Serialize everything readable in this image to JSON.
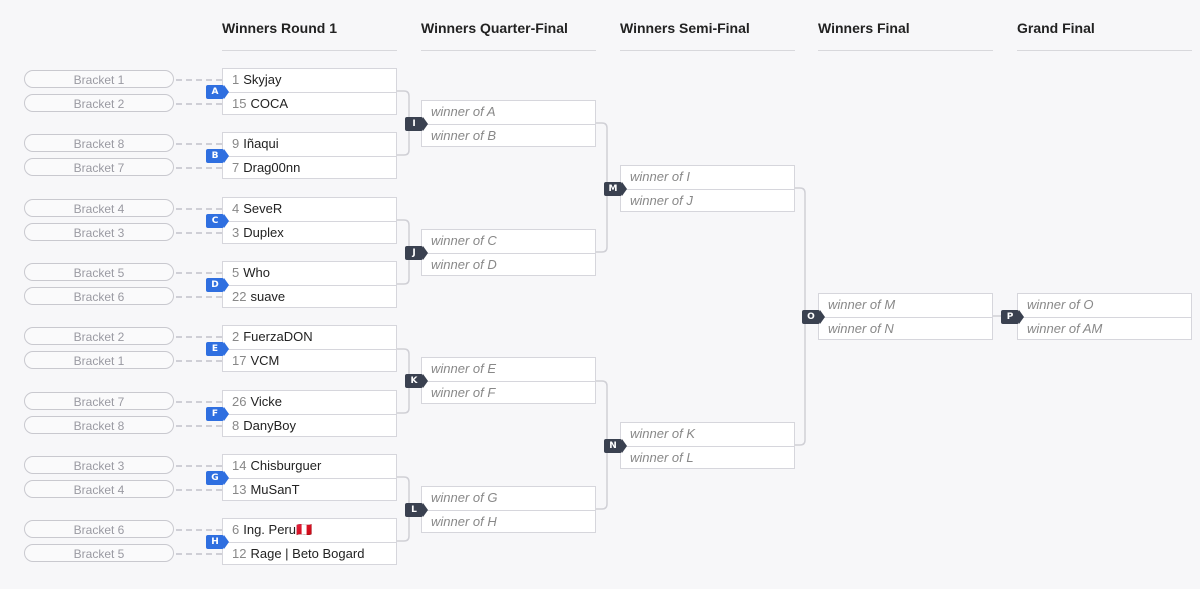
{
  "rounds": [
    {
      "title": "Winners Round 1"
    },
    {
      "title": "Winners Quarter-Final"
    },
    {
      "title": "Winners Semi-Final"
    },
    {
      "title": "Winners Final"
    },
    {
      "title": "Grand Final"
    }
  ],
  "bracket_slots": [
    "Bracket 1",
    "Bracket 2",
    "Bracket 8",
    "Bracket 7",
    "Bracket 4",
    "Bracket 3",
    "Bracket 5",
    "Bracket 6",
    "Bracket 2",
    "Bracket 1",
    "Bracket 7",
    "Bracket 8",
    "Bracket 3",
    "Bracket 4",
    "Bracket 6",
    "Bracket 5"
  ],
  "round1": [
    {
      "id": "A",
      "p1": {
        "seed": "1",
        "name": "Skyjay"
      },
      "p2": {
        "seed": "15",
        "name": "COCA"
      }
    },
    {
      "id": "B",
      "p1": {
        "seed": "9",
        "name": "Iñaqui"
      },
      "p2": {
        "seed": "7",
        "name": "Drag00nn"
      }
    },
    {
      "id": "C",
      "p1": {
        "seed": "4",
        "name": "SeveR"
      },
      "p2": {
        "seed": "3",
        "name": "Duplex"
      }
    },
    {
      "id": "D",
      "p1": {
        "seed": "5",
        "name": "Who"
      },
      "p2": {
        "seed": "22",
        "name": "suave"
      }
    },
    {
      "id": "E",
      "p1": {
        "seed": "2",
        "name": "FuerzaDON"
      },
      "p2": {
        "seed": "17",
        "name": "VCM"
      }
    },
    {
      "id": "F",
      "p1": {
        "seed": "26",
        "name": "Vicke"
      },
      "p2": {
        "seed": "8",
        "name": "DanyBoy"
      }
    },
    {
      "id": "G",
      "p1": {
        "seed": "14",
        "name": "Chisburguer"
      },
      "p2": {
        "seed": "13",
        "name": "MuSanT"
      }
    },
    {
      "id": "H",
      "p1": {
        "seed": "6",
        "name": "Ing. Peru🇵🇪"
      },
      "p2": {
        "seed": "12",
        "name": "Rage | Beto Bogard"
      }
    }
  ],
  "quarter": [
    {
      "id": "I",
      "p1": "winner of A",
      "p2": "winner of B"
    },
    {
      "id": "J",
      "p1": "winner of C",
      "p2": "winner of D"
    },
    {
      "id": "K",
      "p1": "winner of E",
      "p2": "winner of F"
    },
    {
      "id": "L",
      "p1": "winner of G",
      "p2": "winner of H"
    }
  ],
  "semi": [
    {
      "id": "M",
      "p1": "winner of I",
      "p2": "winner of J"
    },
    {
      "id": "N",
      "p1": "winner of K",
      "p2": "winner of L"
    }
  ],
  "final": [
    {
      "id": "O",
      "p1": "winner of M",
      "p2": "winner of N"
    }
  ],
  "grand_final": [
    {
      "id": "P",
      "p1": "winner of O",
      "p2": "winner of AM"
    }
  ],
  "colors": {
    "round1_tag": "#2f6fe0",
    "later_tag": "#3a4150",
    "connector": "#d0d0d6"
  }
}
